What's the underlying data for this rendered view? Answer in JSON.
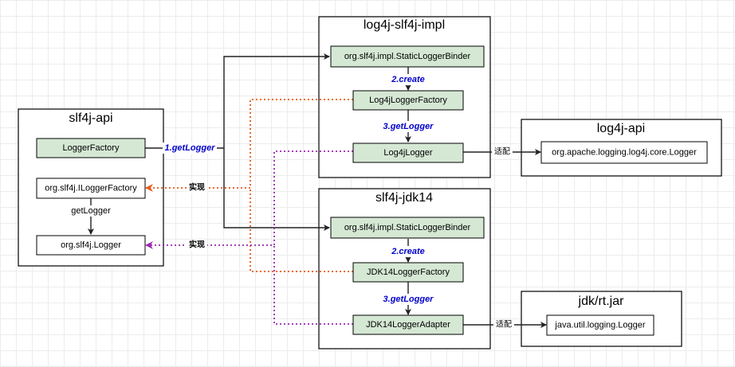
{
  "groups": {
    "slf4j_api": "slf4j-api",
    "log4j_impl": "log4j-slf4j-impl",
    "log4j_api": "log4j-api",
    "slf4j_jdk14": "slf4j-jdk14",
    "jdk_rt": "jdk/rt.jar"
  },
  "nodes": {
    "logger_factory": "LoggerFactory",
    "ilogger_factory": "org.slf4j.ILoggerFactory",
    "slf4j_logger": "org.slf4j.Logger",
    "log4j_binder": "org.slf4j.impl.StaticLoggerBinder",
    "log4j_logger_factory": "Log4jLoggerFactory",
    "log4j_logger": "Log4jLogger",
    "log4j_core_logger": "org.apache.logging.log4j.core.Logger",
    "jdk14_binder": "org.slf4j.impl.StaticLoggerBinder",
    "jdk14_logger_factory": "JDK14LoggerFactory",
    "jdk14_logger_adapter": "JDK14LoggerAdapter",
    "jul_logger": "java.util.logging.Logger"
  },
  "labels": {
    "get_logger_1": "1.getLogger",
    "get_logger": "getLogger",
    "create_top": "2.create",
    "get_logger_3_top": "3.getLogger",
    "create_bottom": "2.create",
    "get_logger_3_bottom": "3.getLogger",
    "adapt_top": "适配",
    "adapt_bottom": "适配",
    "impl_factory": "实现",
    "impl_logger": "实现"
  },
  "colors": {
    "node_fill": "#d5e8d4",
    "orange_edge": "#e85a17",
    "purple_edge": "#9a2ab0",
    "blue_label": "#0000cc"
  }
}
